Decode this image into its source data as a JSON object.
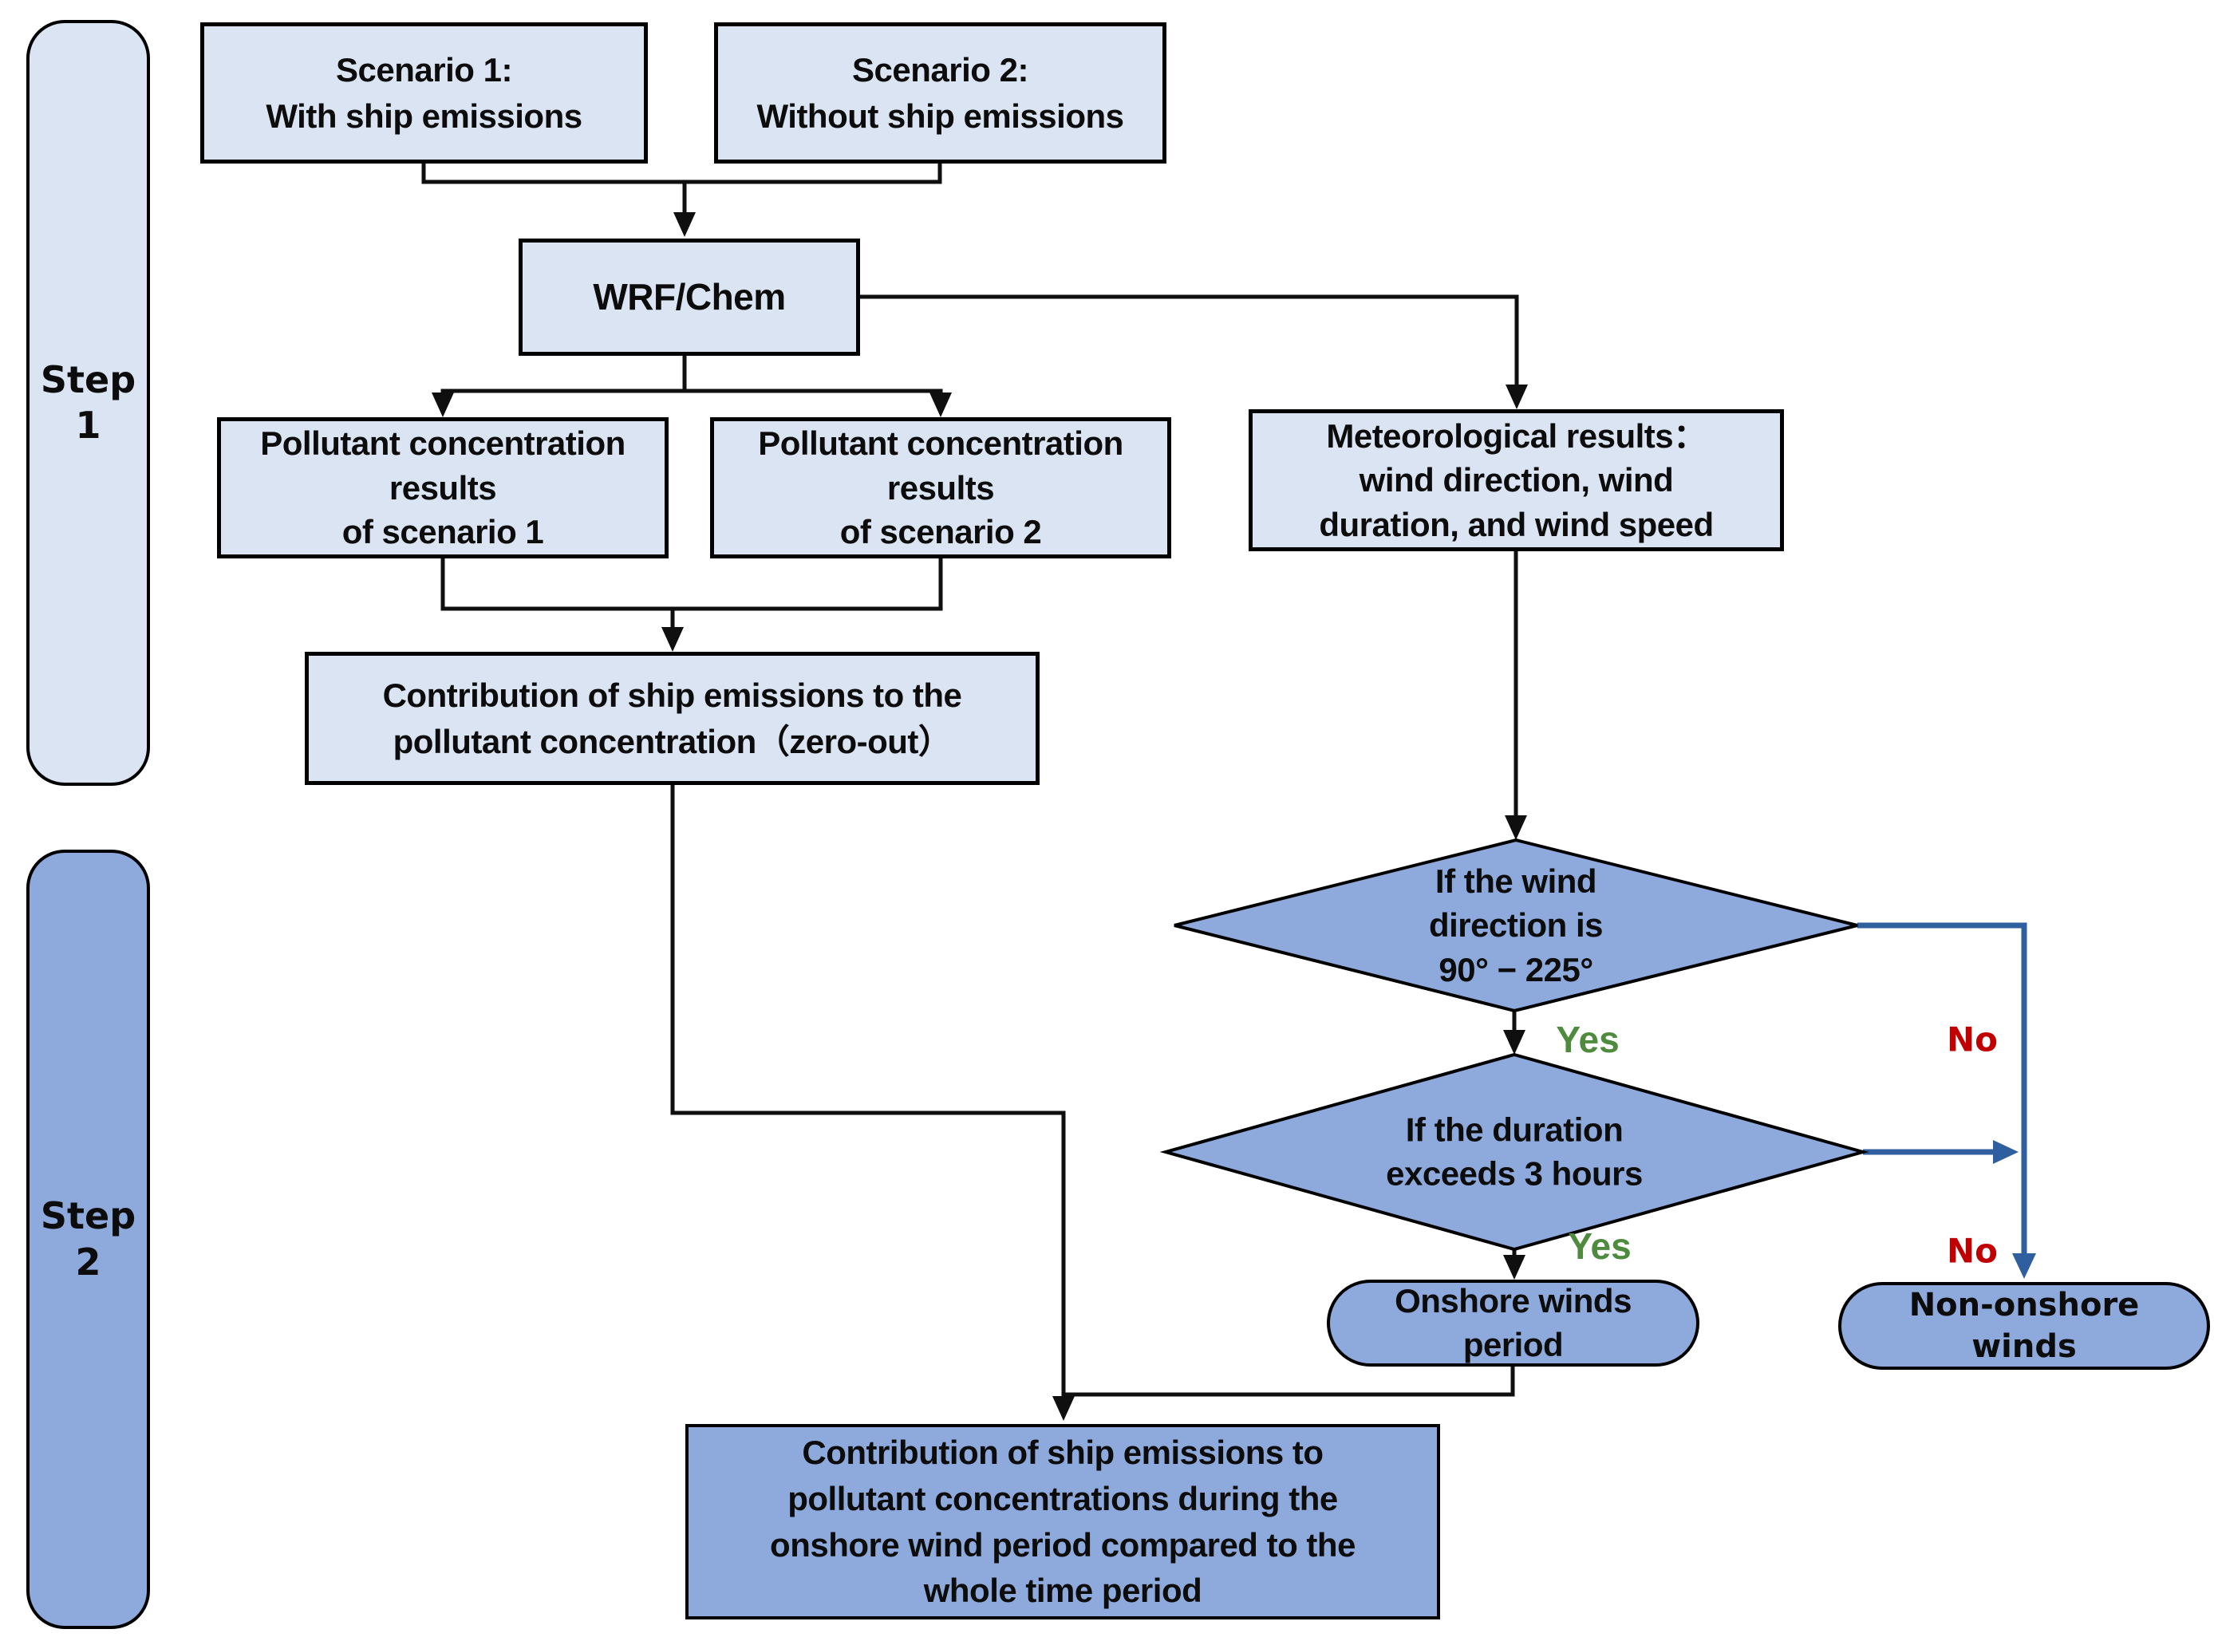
{
  "figure": {
    "type": "flowchart",
    "description": "Two-step flowchart of ship emission contribution analysis using WRF/Chem and onshore wind screening"
  },
  "colors": {
    "light_node_fill": "#dbe4f2",
    "dark_node_fill": "#8ea9db",
    "border": "#000000",
    "black_connector": "#0f0f0f",
    "blue_connector": "#2f5f9e",
    "yes_green": "#4e8b3f",
    "no_red": "#c00000",
    "text": "#0c0c0c",
    "background": "#ffffff"
  },
  "sidebar": {
    "step1": "Step\n1",
    "step2": "Step\n2"
  },
  "nodes": {
    "scenario1": "Scenario 1:\nWith ship emissions",
    "scenario2": "Scenario 2:\nWithout ship emissions",
    "wrf_chem": "WRF/Chem",
    "pollutant1": "Pollutant concentration\nresults\nof scenario 1",
    "pollutant2": "Pollutant concentration\nresults\nof scenario 2",
    "meteorological": "Meteorological results：\nwind direction, wind\nduration, and wind speed",
    "zero_out": "Contribution of ship emissions to the\npollutant concentration（zero-out）",
    "decision_wind_direction": "If the wind\ndirection is\n90° − 225°",
    "decision_duration": "If the duration\nexceeds 3 hours",
    "onshore": "Onshore winds\nperiod",
    "non_onshore": "Non-onshore\nwinds",
    "final": "Contribution of ship emissions to\npollutant concentrations during the\nonshore wind period compared to the\nwhole time period"
  },
  "edge_labels": {
    "yes1": "Yes",
    "yes2": "Yes",
    "no1": "No",
    "no2": "No"
  }
}
